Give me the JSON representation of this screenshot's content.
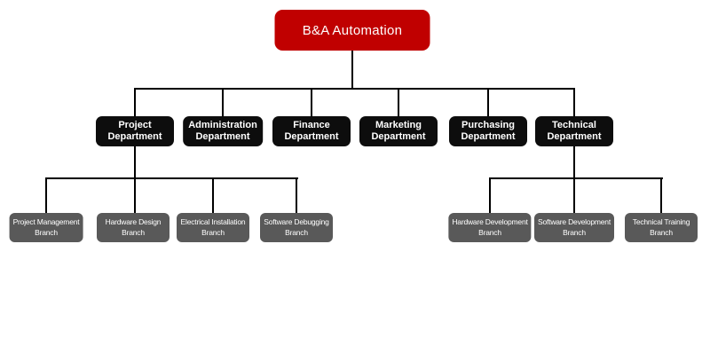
{
  "colors": {
    "canvas-bg": "#ffffff",
    "root-bg": "#c00000",
    "department-bg": "#0d0d0d",
    "branch-bg": "#595959",
    "node-text": "#ffffff",
    "connector": "#000000"
  },
  "root": {
    "label": "B&A Automation"
  },
  "departments": [
    {
      "label": "Project Department",
      "lines": [
        "Project",
        "Department"
      ]
    },
    {
      "label": "Administration Department",
      "lines": [
        "Administration",
        "Department"
      ]
    },
    {
      "label": "Finance Department",
      "lines": [
        "Finance",
        "Department"
      ]
    },
    {
      "label": "Marketing Department",
      "lines": [
        "Marketing",
        "Department"
      ]
    },
    {
      "label": "Purchasing Department",
      "lines": [
        "Purchasing",
        "Department"
      ]
    },
    {
      "label": "Technical Department",
      "lines": [
        "Technical",
        "Department"
      ]
    }
  ],
  "project_department_branches": [
    {
      "label": "Project Management Branch",
      "lines": [
        "Project Management",
        "Branch"
      ]
    },
    {
      "label": "Hardware Design Branch",
      "lines": [
        "Hardware Design",
        "Branch"
      ]
    },
    {
      "label": "Electrical Installation Branch",
      "lines": [
        "Electrical Installation",
        "Branch"
      ]
    },
    {
      "label": "Software Debugging Branch",
      "lines": [
        "Software Debugging",
        "Branch"
      ]
    }
  ],
  "technical_department_branches": [
    {
      "label": "Hardware Development Branch",
      "lines": [
        "Hardware Development",
        "Branch"
      ]
    },
    {
      "label": "Software Development Branch",
      "lines": [
        "Software Development",
        "Branch"
      ]
    },
    {
      "label": "Technical Training Branch",
      "lines": [
        "Technical Training",
        "Branch"
      ]
    }
  ]
}
